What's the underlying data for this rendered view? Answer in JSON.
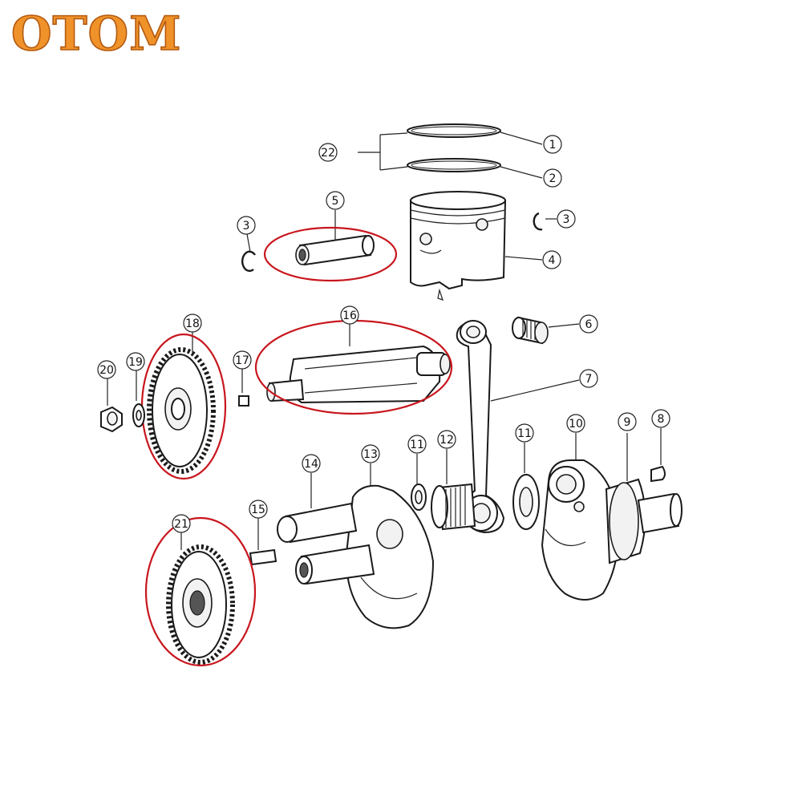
{
  "logo": {
    "text": "OTOM",
    "fill": "#f0922a",
    "outline": "#b35a10"
  },
  "highlight_color": "#c8161d",
  "callouts": [
    {
      "id": "c1",
      "label": "1"
    },
    {
      "id": "c2",
      "label": "2"
    },
    {
      "id": "c22",
      "label": "22"
    },
    {
      "id": "c3a",
      "label": "3"
    },
    {
      "id": "c5",
      "label": "5"
    },
    {
      "id": "c3b",
      "label": "3"
    },
    {
      "id": "c4",
      "label": "4"
    },
    {
      "id": "c6",
      "label": "6"
    },
    {
      "id": "c16",
      "label": "16"
    },
    {
      "id": "c18",
      "label": "18"
    },
    {
      "id": "c17",
      "label": "17"
    },
    {
      "id": "c19",
      "label": "19"
    },
    {
      "id": "c20",
      "label": "20"
    },
    {
      "id": "c7",
      "label": "7"
    },
    {
      "id": "c11a",
      "label": "11"
    },
    {
      "id": "c10",
      "label": "10"
    },
    {
      "id": "c9",
      "label": "9"
    },
    {
      "id": "c8",
      "label": "8"
    },
    {
      "id": "c14",
      "label": "14"
    },
    {
      "id": "c13",
      "label": "13"
    },
    {
      "id": "c11b",
      "label": "11"
    },
    {
      "id": "c12",
      "label": "12"
    },
    {
      "id": "c21",
      "label": "21"
    },
    {
      "id": "c15",
      "label": "15"
    }
  ],
  "highlighted_parts": [
    "5",
    "16",
    "18",
    "21"
  ]
}
